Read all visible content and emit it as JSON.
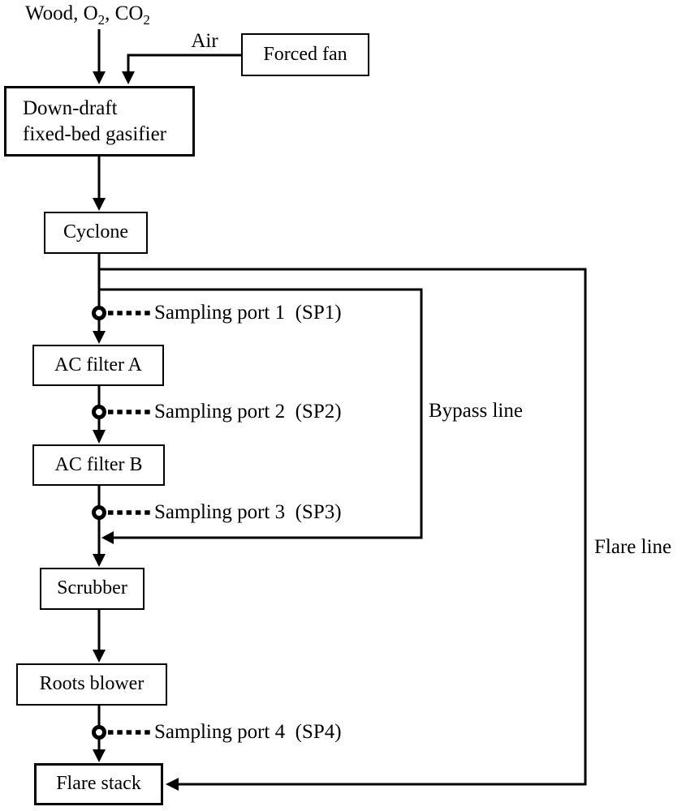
{
  "diagram": {
    "feed_label": {
      "p1": "Wood, O",
      "s1": "2",
      "p2": ", CO",
      "s2": "2"
    },
    "air_label": "Air",
    "bypass_label": "Bypass line",
    "flare_label": "Flare line",
    "boxes": {
      "forced_fan": "Forced fan",
      "gasifier_line1": "Down-draft",
      "gasifier_line2": "fixed-bed gasifier",
      "cyclone": "Cyclone",
      "ac_filter_a": "AC filter A",
      "ac_filter_b": "AC filter B",
      "scrubber": "Scrubber",
      "roots_blower": "Roots blower",
      "flare_stack": "Flare stack"
    },
    "sampling_ports": [
      {
        "label": "Sampling port 1  (SP1)"
      },
      {
        "label": "Sampling port 2  (SP2)"
      },
      {
        "label": "Sampling port 3  (SP3)"
      },
      {
        "label": "Sampling port 4  (SP4)"
      }
    ],
    "colors": {
      "line": "#000000",
      "background": "#ffffff"
    }
  }
}
